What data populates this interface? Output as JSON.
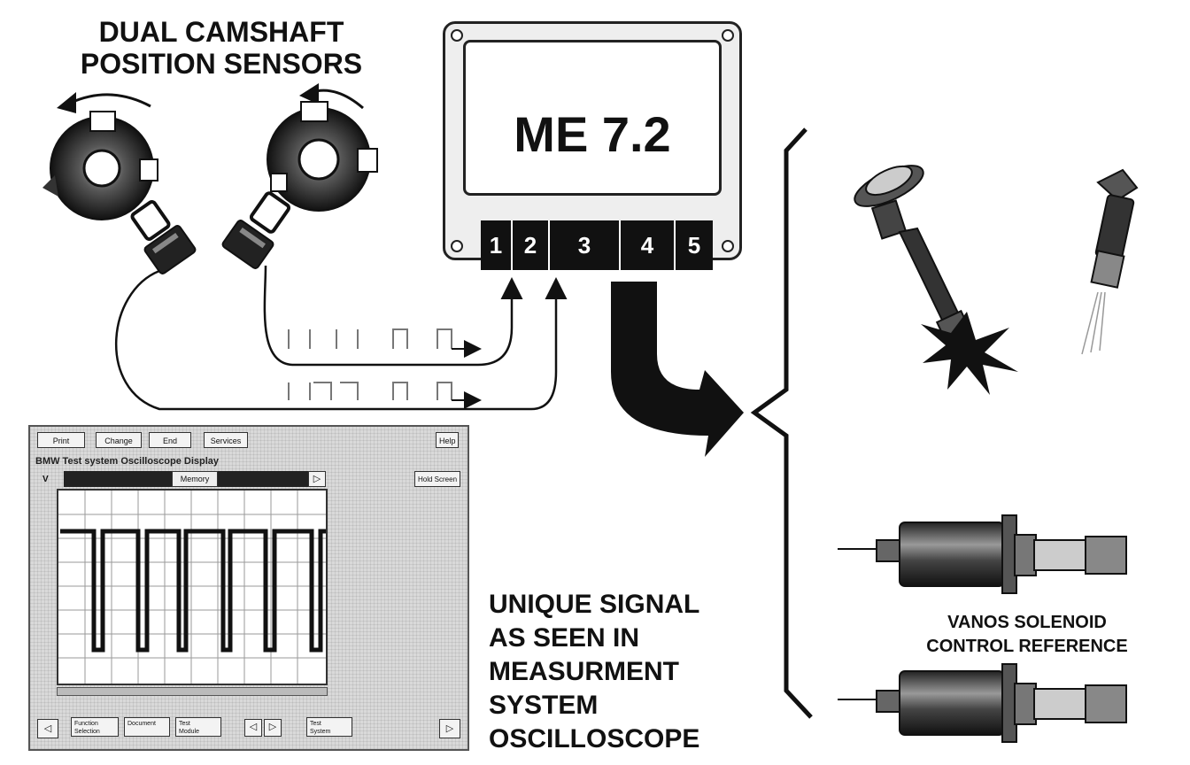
{
  "diagram": {
    "title_line1": "DUAL CAMSHAFT",
    "title_line2": "POSITION SENSORS",
    "ecu_label": "ME 7.2",
    "connector_pins": [
      "1",
      "2",
      "3",
      "4",
      "5"
    ],
    "caption_lines": [
      "UNIQUE SIGNAL",
      "AS SEEN IN",
      "MEASURMENT",
      "SYSTEM",
      "OSCILLOSCOPE"
    ],
    "vanos_line1": "VANOS SOLENOID",
    "vanos_line2": "CONTROL REFERENCE"
  },
  "scope": {
    "top_buttons": [
      "Print",
      "Change",
      "End",
      "Services"
    ],
    "help": "Help",
    "title": "BMW  Test system  Oscilloscope Display",
    "axis_label": "V",
    "memory": "Memory",
    "hold_screen": "Hold Screen",
    "bottom_buttons": [
      {
        "line1": "Function",
        "line2": "Selection"
      },
      {
        "line1": "Document",
        "line2": ""
      },
      {
        "line1": "Test",
        "line2": "Module"
      },
      {
        "line1": "Test",
        "line2": "System"
      }
    ]
  },
  "colors": {
    "ink": "#111111",
    "paper": "#ffffff",
    "scope_bg": "#d9d9d9"
  }
}
